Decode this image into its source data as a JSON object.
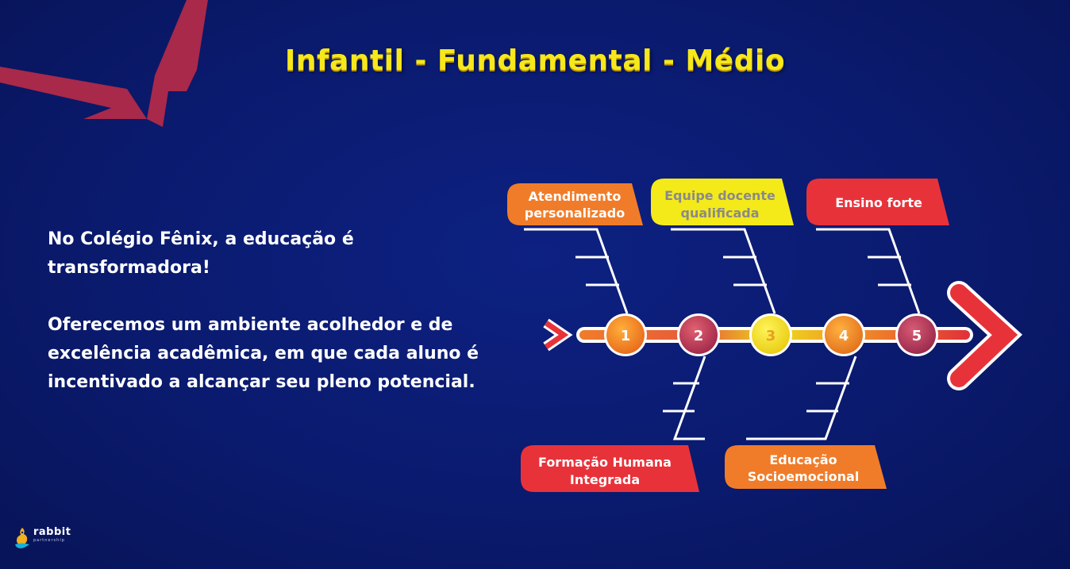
{
  "title": "Infantil - Fundamental - Médio",
  "intro": {
    "paragraph1": "No Colégio Fênix, a educação é transformadora!",
    "paragraph2": "Oferecemos um ambiente acolhedor e de excelência acadêmica, em que cada aluno é incentivado a alcançar seu pleno potencial."
  },
  "diagram": {
    "top_labels": [
      {
        "line1": "Atendimento",
        "line2": "personalizado"
      },
      {
        "line1": "Equipe docente",
        "line2": "qualificada"
      },
      {
        "line1": "Ensino forte"
      }
    ],
    "bottom_labels": [
      {
        "line1": "Formação Humana",
        "line2": "Integrada"
      },
      {
        "line1": "Educação",
        "line2": "Socioemocional"
      }
    ],
    "nodes": [
      "1",
      "2",
      "3",
      "4",
      "5"
    ]
  },
  "brand": {
    "name": "rabbit",
    "sub": "partnership"
  },
  "colors": {
    "background": "#0b1b74",
    "title": "#f6e81a",
    "orange": "#f07c2a",
    "yellow": "#f4ea1a",
    "red": "#e8323a",
    "crimson": "#a82a4a"
  }
}
